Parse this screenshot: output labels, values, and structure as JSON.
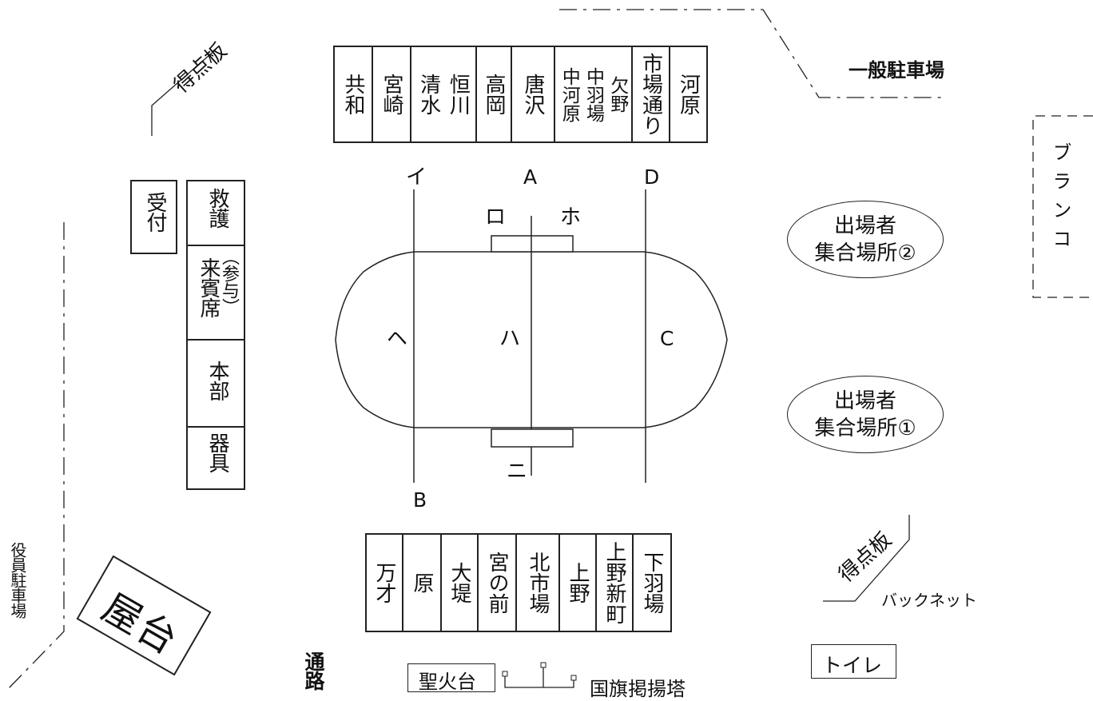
{
  "top_teams": [
    "共和",
    "宮崎",
    "清水",
    "恒川",
    "高岡",
    "唐沢",
    "中河原",
    "中羽場",
    "欠野",
    "市場通り",
    "河原"
  ],
  "bottom_teams": [
    "万才",
    "原",
    "大堤",
    "宮の前",
    "北市場",
    "上野",
    "上野新町",
    "下羽場"
  ],
  "left_column": [
    "救護",
    "来賓席",
    "（参与）",
    "本部",
    "器具"
  ],
  "labels": {
    "reception": "受付",
    "scoreboard": "得点板",
    "scoreboard_2": "得点板",
    "general_parking": "一般駐車場",
    "swing": "ブランコ",
    "assembly_2": "出場者\n集合場所②",
    "assembly_1": "出場者\n集合場所①",
    "backnet": "バックネット",
    "toilet": "トイレ",
    "stall": "屋台",
    "staff_parking": "役員駐車場",
    "passage": "通路",
    "torch": "聖火台",
    "flagpole": "国旗掲揚塔"
  },
  "field_marks": {
    "i": "イ",
    "a": "A",
    "d": "D",
    "ro": "ロ",
    "ho": "ホ",
    "he": "ヘ",
    "ha": "ハ",
    "c": "C",
    "ni": "ニ",
    "b": "B"
  }
}
